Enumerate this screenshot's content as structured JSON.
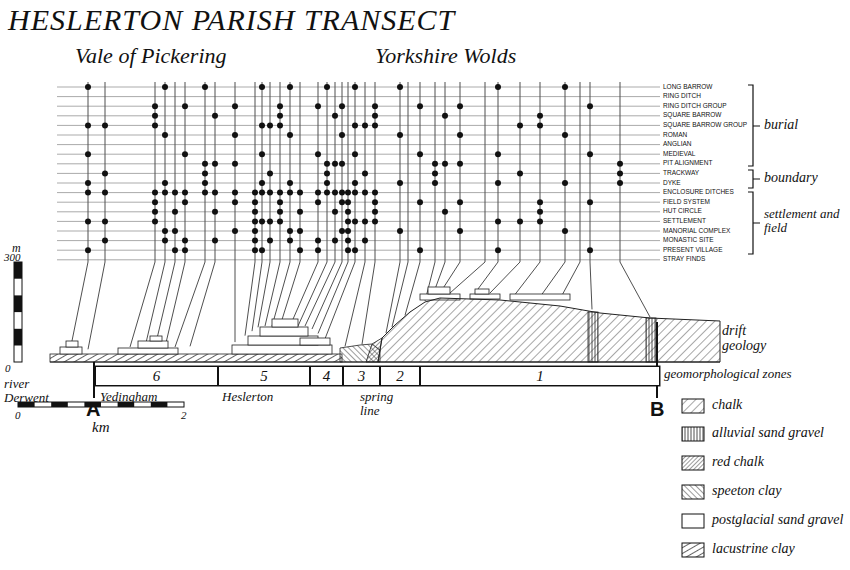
{
  "diagram": {
    "title": "HESLERTON PARISH TRANSECT",
    "nodes": [
      {
        "text": [
          "6"
        ]
      },
      {
        "text": [
          "5"
        ]
      },
      {
        "text": [
          "4"
        ]
      },
      {
        "text": [
          "3"
        ]
      },
      {
        "text": [
          "2"
        ]
      },
      {
        "text": [
          "1"
        ]
      }
    ],
    "labels": [
      "Vale of Pickering",
      "Yorkshire Wolds",
      "LONG BARROW",
      "RING DITCH",
      "RING DITCH GROUP",
      "SQUARE BARROW",
      "SQUARE BARROW GROUP",
      "ROMAN",
      "ANGLIAN",
      "MEDIEVAL",
      "PIT ALIGNMENT",
      "TRACKWAY",
      "DYKE",
      "ENCLOSURE DITCHES",
      "FIELD SYSTEM",
      "HUT CIRCLE",
      "SETTLEMENT",
      "MANORIAL COMPLEX",
      "MONASTIC SITE",
      "PRESENT VILLAGE",
      "STRAY FINDS",
      "burial",
      "boundary",
      "settlement and field",
      "m",
      "300",
      "0",
      "drift geology",
      "river Derwent",
      "Yedingham",
      "Heslerton",
      "spring line",
      "geomorphological zones",
      "A",
      "B",
      "0",
      "2",
      "km"
    ],
    "legend": [
      {
        "text": "chalk"
      },
      {
        "text": "alluvial sand gravel"
      },
      {
        "text": "red chalk"
      },
      {
        "text": "speeton clay"
      },
      {
        "text": "postglacial sand gravel"
      },
      {
        "text": "lacustrine clay"
      }
    ]
  }
}
